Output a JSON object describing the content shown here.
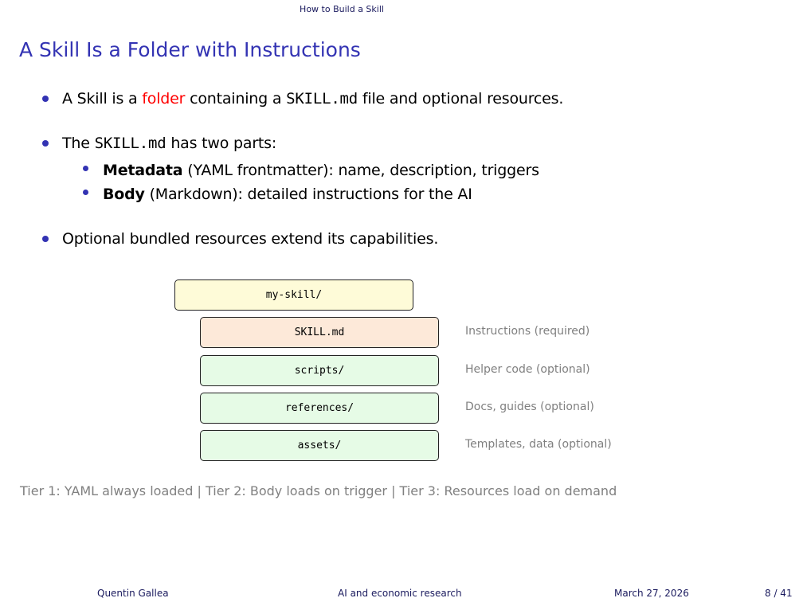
{
  "header": {
    "section": "How to Build a Skill"
  },
  "slide": {
    "title": "A Skill Is a Folder with Instructions",
    "bullet1": {
      "pre": "A Skill is a ",
      "highlight": "folder",
      "mid": " containing a ",
      "code": "SKILL.md",
      "post": " file and optional resources.",
      "highlight_color": "#ff0000"
    },
    "bullet2": {
      "pre": "The ",
      "code": "SKILL.md",
      "post": " has two parts:",
      "sub": [
        {
          "bold": "Metadata",
          "rest": " (YAML frontmatter): name, description, triggers"
        },
        {
          "bold": "Body",
          "rest": " (Markdown): detailed instructions for the AI"
        }
      ]
    },
    "bullet3": "Optional bundled resources extend its capabilities."
  },
  "diagram": {
    "root": "my-skill/",
    "items": [
      {
        "name": "SKILL.md",
        "desc": "Instructions (required)",
        "color": "#fde9d9"
      },
      {
        "name": "scripts/",
        "desc": "Helper code (optional)",
        "color": "#e6fbe6"
      },
      {
        "name": "references/",
        "desc": "Docs, guides (optional)",
        "color": "#e6fbe6"
      },
      {
        "name": "assets/",
        "desc": "Templates, data (optional)",
        "color": "#e6fbe6"
      }
    ]
  },
  "note": "Tier 1: YAML always loaded | Tier 2: Body loads on trigger | Tier 3: Resources load on demand",
  "footer": {
    "author": "Quentin Gallea",
    "title": "AI and economic research",
    "date": "March 27, 2026",
    "page": "8 / 41"
  }
}
